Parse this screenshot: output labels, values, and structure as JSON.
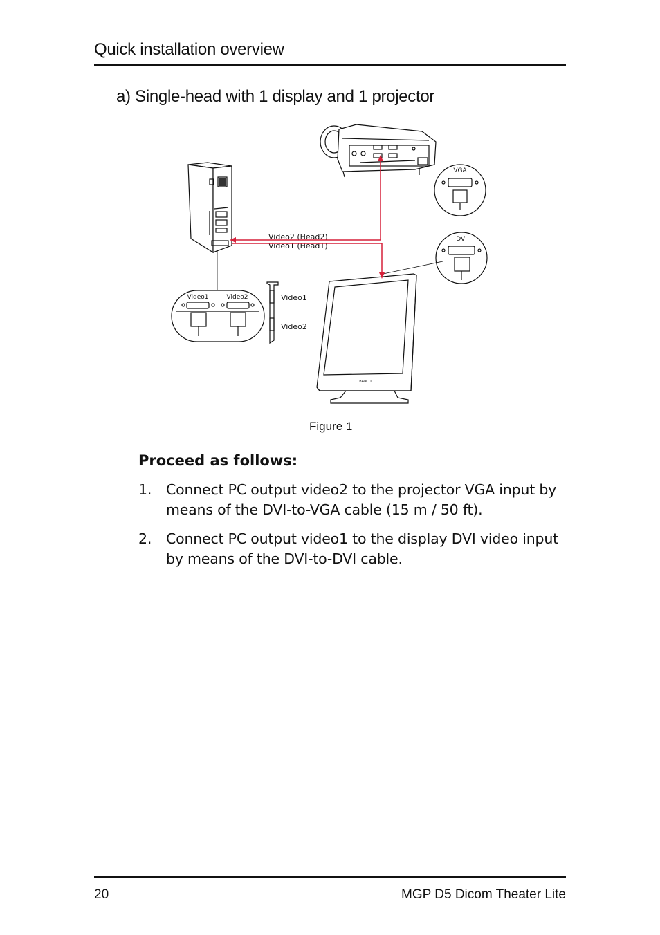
{
  "header": {
    "title": "Quick installation overview"
  },
  "section": {
    "title": "a) Single-head with 1 display and 1 projector"
  },
  "figure": {
    "caption": "Figure 1",
    "labels": {
      "vga": "VGA",
      "dvi": "DVI",
      "video2_head2": "Video2 (Head2)",
      "video1_head1": "Video1 (Head1)",
      "card_video1": "Video1",
      "card_video2": "Video2",
      "bracket_video1": "Video1",
      "bracket_video2": "Video2"
    },
    "colors": {
      "cable": "#d6213a",
      "line": "#111111"
    }
  },
  "instructions": {
    "heading": "Proceed as follows:",
    "steps": [
      {
        "number": "1.",
        "text": "Connect PC output video2 to the projector VGA input by means of the DVI-to-VGA cable (15 m / 50 ft)."
      },
      {
        "number": "2.",
        "text": "Connect PC output video1 to the display DVI video input by means of the DVI-to-DVI cable."
      }
    ]
  },
  "footer": {
    "page_number": "20",
    "product": "MGP D5 Dicom Theater Lite"
  }
}
